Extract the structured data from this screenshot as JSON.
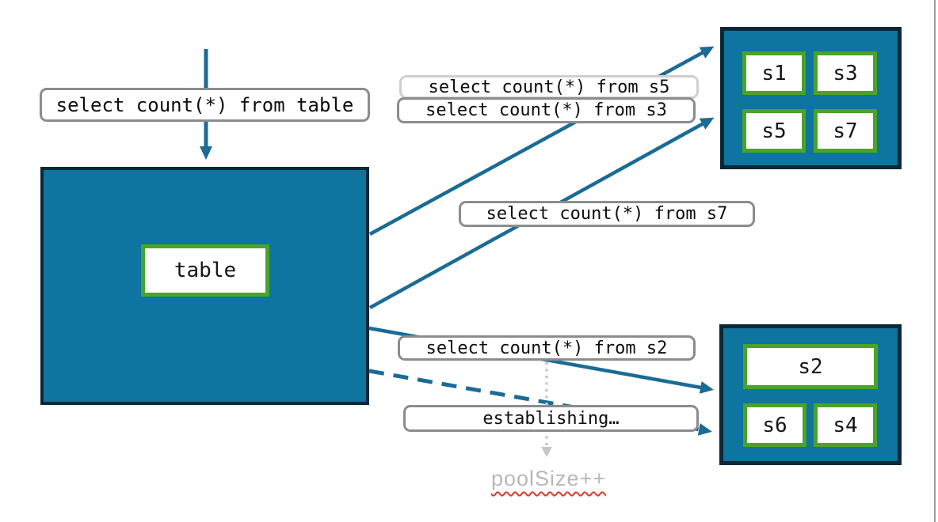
{
  "labels": {
    "query_table": "select count(*) from table",
    "query_s5": "select count(*) from s5",
    "query_s3": "select count(*) from s3",
    "query_s7": "select count(*) from s7",
    "query_s2": "select count(*) from s2",
    "establishing": "establishing…",
    "pool_size": "poolSize++"
  },
  "table": {
    "label": "table"
  },
  "shard_groups": {
    "top": [
      "s1",
      "s3",
      "s5",
      "s7"
    ],
    "bottom": [
      "s2",
      "s6",
      "s4"
    ]
  },
  "colors": {
    "teal_fill": "#0e74a0",
    "dark_border": "#0c2836",
    "green_border": "#4ba32a",
    "arrow_teal": "#1a6b96",
    "label_border": "#8c8c8c",
    "label_border_light": "#cfcfcf",
    "muted_text": "#b8b8b8",
    "squiggle_red": "#e0392f",
    "dotted_arrow_gray": "#c6c6c6"
  }
}
